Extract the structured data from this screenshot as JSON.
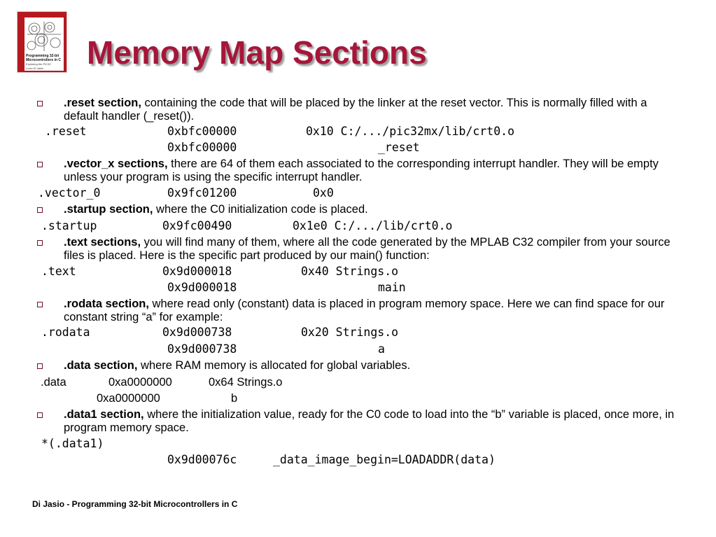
{
  "title": "Memory Map Sections",
  "book_cover": {
    "title": "Programming 32-bit Microcontrollers in C",
    "subtitle": "Exploring the PIC32",
    "author": "Lucio Di Jasio"
  },
  "bullets": [
    {
      "term": ".reset section,",
      "text": " containing the code that will be placed by the linker at the reset vector. This is normally filled with a default handler (_reset())."
    },
    {
      "term": ".vector_x sections,",
      "text": " there are 64 of them each associated to the corresponding interrupt handler. They will be empty unless your program is using the specific interrupt handler."
    },
    {
      "term": ".startup section,",
      "text": " where the C0 initialization code is placed."
    },
    {
      "term": ".text sections,",
      "text": " you will find many of them, where all the code generated by the MPLAB C32 compiler from your source files is placed. Here is the specific part produced by our main() function:"
    },
    {
      "term": ".rodata section,",
      "text": " where read only (constant) data is placed in program memory space. Here we can find space for our constant string “a” for example:"
    },
    {
      "term": ".data section,",
      "text": " where RAM memory is allocated for global variables."
    },
    {
      "term": ".data1 section,",
      "text": " where the initialization value, ready for the C0 code to load into the “b” variable is placed, once more, in program memory space."
    }
  ],
  "map_lines": {
    "reset_1": [
      ".reset",
      "0xbfc00000",
      "0x10 C:/.../pic32mx/lib/crt0.o"
    ],
    "reset_2": [
      "0xbfc00000",
      "_reset"
    ],
    "vector_1": [
      ".vector_0",
      "0x9fc01200",
      "0x0"
    ],
    "startup_1": [
      ".startup",
      "0x9fc00490",
      "0x1e0 C:/.../lib/crt0.o"
    ],
    "text_1": [
      ".text",
      "0x9d000018",
      "0x40 Strings.o"
    ],
    "text_2": [
      "0x9d000018",
      "main"
    ],
    "rodata_1": [
      ".rodata",
      "0x9d000738",
      "0x20 Strings.o"
    ],
    "rodata_2": [
      "0x9d000738",
      "a"
    ],
    "data_1": [
      ".data",
      "0xa0000000",
      "0x64 Strings.o"
    ],
    "data_2": [
      "0xa0000000",
      "b"
    ],
    "data1_1": [
      "*(.data1)"
    ],
    "data1_2": [
      "0x9d00076c",
      "_data_image_begin=LOADADDR(data)"
    ]
  },
  "footer": "Di Jasio - Programming 32-bit Microcontrollers in C"
}
